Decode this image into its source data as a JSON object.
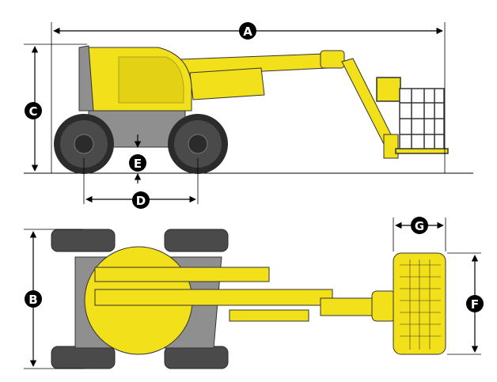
{
  "colors": {
    "machine_yellow": "#f2e01a",
    "machine_yellow_dark": "#c9b60e",
    "outline": "#333333",
    "tire": "#4a4a4a",
    "tire_tread": "#2b2b2b",
    "chassis_grey": "#8f8f8f",
    "dimension_line": "#000000",
    "label_fill": "#000000",
    "label_text": "#ffffff",
    "background": "#ffffff"
  },
  "dimension_labels": {
    "length": "A",
    "width": "B",
    "height": "C",
    "wheelbase": "D",
    "ground_clearance": "E",
    "platform_width": "F",
    "platform_depth": "G"
  },
  "icons": {
    "arrow": "filled-triangle-arrowhead",
    "label": "black-circle-with-letter"
  }
}
